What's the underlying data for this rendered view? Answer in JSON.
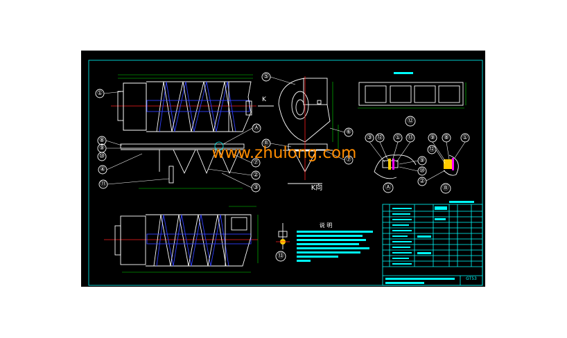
{
  "view": {
    "k_direction_label": "K",
    "k_view_caption": "K向"
  },
  "watermark": {
    "text": "www.zhulong.com"
  },
  "balloons": {
    "main_left": [
      "①",
      "⑧",
      "⑨",
      "⑩",
      "④",
      "⑪"
    ],
    "main_bottom": [
      "⑦",
      "②",
      "③"
    ],
    "detail_refs": [
      "Ⓐ",
      "Ⓑ"
    ],
    "kview": [
      "⑤",
      "⑥",
      "⑦"
    ],
    "detail_a": [
      "③",
      "⑫",
      "①",
      "⑬",
      "⑨",
      "⑩"
    ],
    "detail_b": [
      "⑨",
      "⑧",
      "①",
      "⑫",
      "②"
    ],
    "section_12": "⑫",
    "section_13": "⑬",
    "detail_a_caption": "Ⓐ",
    "detail_b_caption": "Ⓑ"
  },
  "notes": {
    "heading": "说 明"
  },
  "title_block": {
    "drawing_code": "GT53"
  },
  "colors": {
    "background": "#000000",
    "frame": "#00ffff",
    "outline": "#ffffff",
    "helix": "#3040ff",
    "dimension": "#00dd00",
    "centerline": "#ff2020",
    "watermark": "#ff8c00"
  }
}
